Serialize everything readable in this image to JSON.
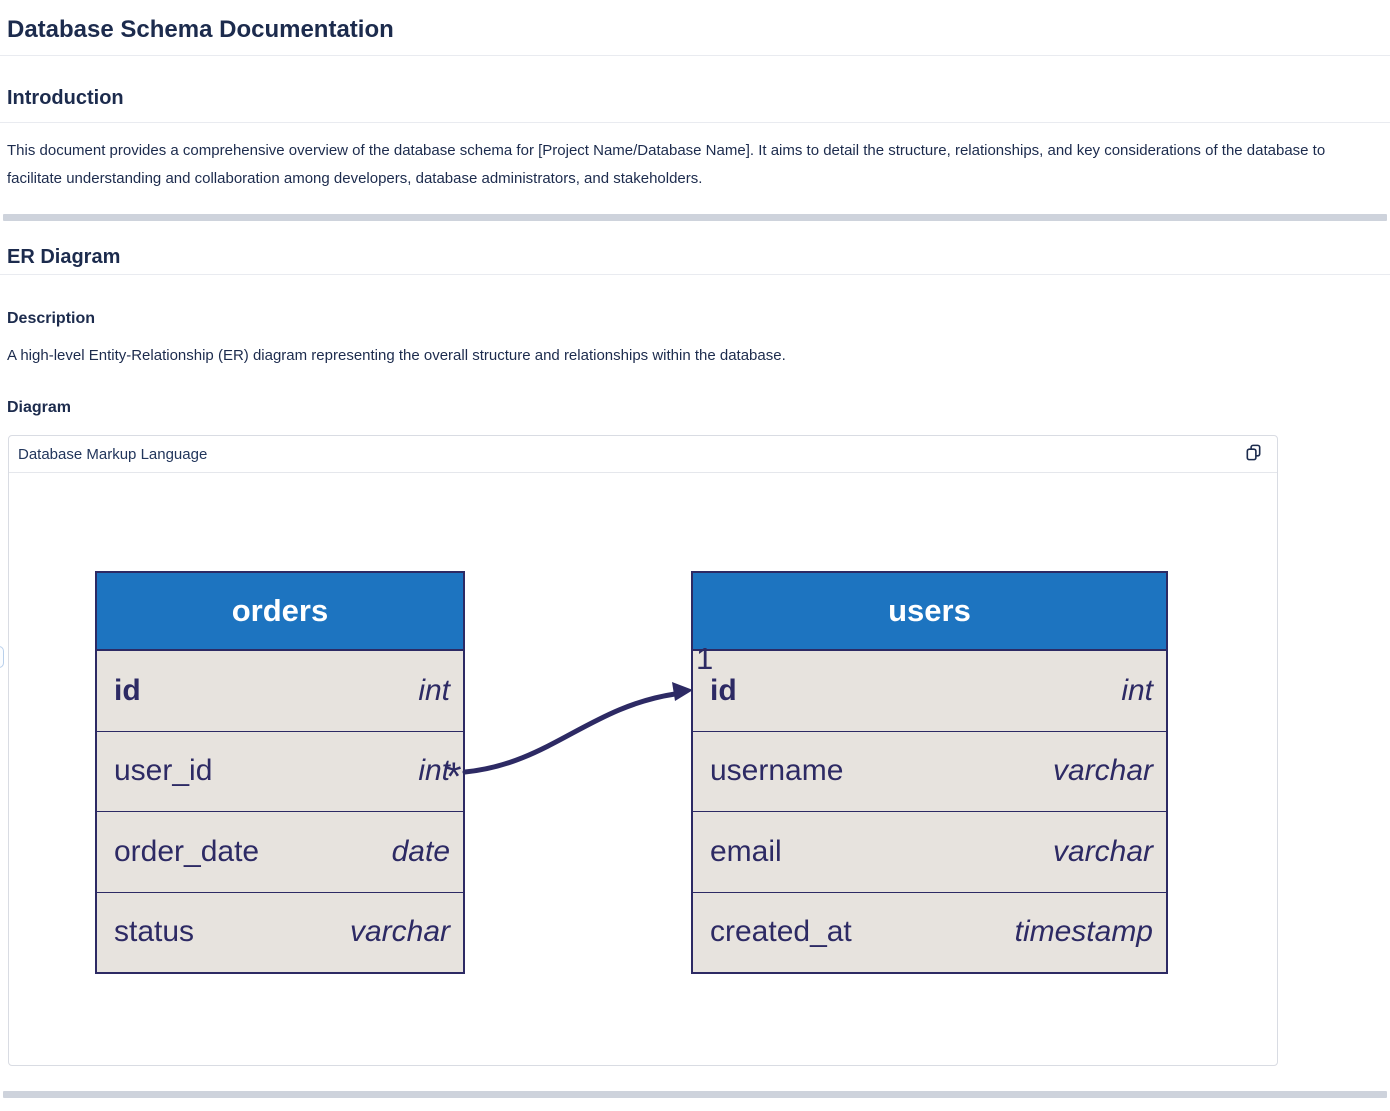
{
  "page": {
    "title": "Database Schema Documentation"
  },
  "introduction": {
    "heading": "Introduction",
    "body": "This document provides a comprehensive overview of the database schema for [Project Name/Database Name]. It aims to detail the structure, relationships, and key considerations of the database to facilitate understanding and collaboration among developers, database administrators, and stakeholders."
  },
  "er_diagram": {
    "heading": "ER Diagram",
    "description_heading": "Description",
    "description_body": "A high-level Entity-Relationship (ER) diagram representing the overall structure and relationships within the database.",
    "diagram_heading": "Diagram"
  },
  "code_panel": {
    "language_label": "Database Markup Language",
    "copy_icon": "copy-icon"
  },
  "diagram": {
    "type": "er-diagram",
    "entities": [
      {
        "name": "orders",
        "fields": [
          {
            "name": "id",
            "type": "int",
            "pk": true
          },
          {
            "name": "user_id",
            "type": "int"
          },
          {
            "name": "order_date",
            "type": "date"
          },
          {
            "name": "status",
            "type": "varchar"
          }
        ]
      },
      {
        "name": "users",
        "fields": [
          {
            "name": "id",
            "type": "int",
            "pk": true
          },
          {
            "name": "username",
            "type": "varchar"
          },
          {
            "name": "email",
            "type": "varchar"
          },
          {
            "name": "created_at",
            "type": "timestamp"
          }
        ]
      }
    ],
    "relationship": {
      "from": "orders.user_id",
      "to": "users.id",
      "one_label": "1",
      "many_label": "*"
    }
  },
  "colors": {
    "entity_header_blue": "#1d74c0",
    "entity_row_bg": "#e7e3de",
    "entity_border_navy": "#2d2a64",
    "doc_text": "#1c2b4d",
    "thick_divider": "#ced3dc",
    "panel_border": "#d9dce3"
  }
}
